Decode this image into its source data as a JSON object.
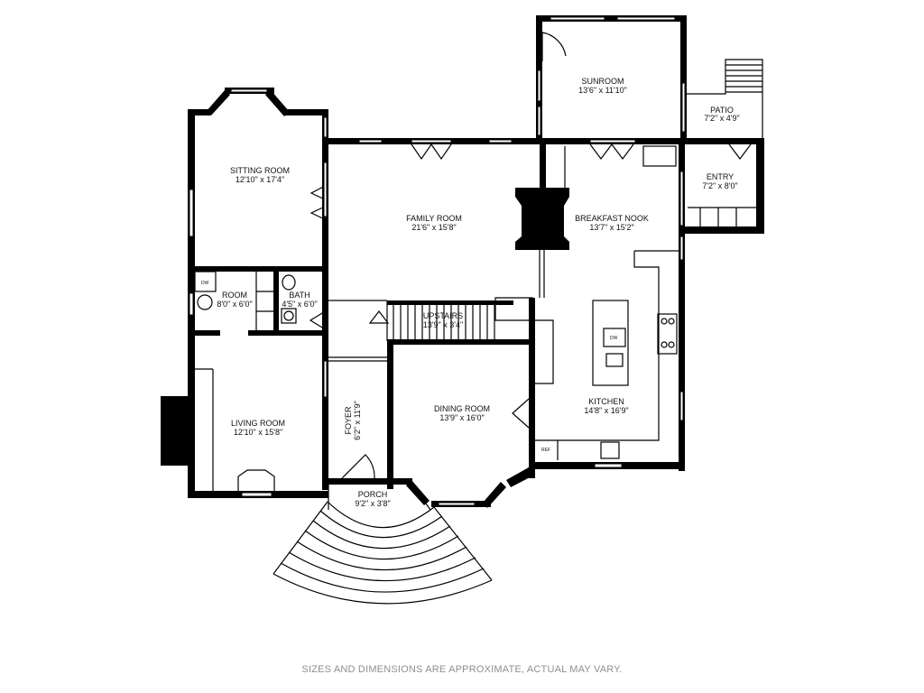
{
  "rooms": {
    "sunroom": {
      "name": "SUNROOM",
      "dims": "13'6\" x 11'10\""
    },
    "patio": {
      "name": "PATIO",
      "dims": "7'2\" x 4'9\""
    },
    "sitting_room": {
      "name": "SITTING ROOM",
      "dims": "12'10\" x 17'4\""
    },
    "family_room": {
      "name": "FAMILY ROOM",
      "dims": "21'6\" x 15'8\""
    },
    "breakfast_nook": {
      "name": "BREAKFAST NOOK",
      "dims": "13'7\" x 15'2\""
    },
    "entry": {
      "name": "ENTRY",
      "dims": "7'2\" x 8'0\""
    },
    "room": {
      "name": "ROOM",
      "dims": "8'0\" x 6'0\""
    },
    "bath": {
      "name": "BATH",
      "dims": "4'5\" x 6'0\""
    },
    "upstairs": {
      "name": "UPSTAIRS",
      "dims": "13'9\" x 3'4\""
    },
    "living_room": {
      "name": "LIVING ROOM",
      "dims": "12'10\" x 15'8\""
    },
    "foyer": {
      "name": "FOYER",
      "dims": "6'2\" x 11'9\""
    },
    "dining_room": {
      "name": "DINING ROOM",
      "dims": "13'9\" x 16'0\""
    },
    "kitchen": {
      "name": "KITCHEN",
      "dims": "14'8\" x 16'9\""
    },
    "porch": {
      "name": "PORCH",
      "dims": "9'2\" x 3'8\""
    }
  },
  "fixtures": {
    "dw_laundry": "DW",
    "dw_kitchen": "DW",
    "ref": "REF"
  },
  "footer": "SIZES AND DIMENSIONS ARE APPROXIMATE, ACTUAL MAY VARY."
}
